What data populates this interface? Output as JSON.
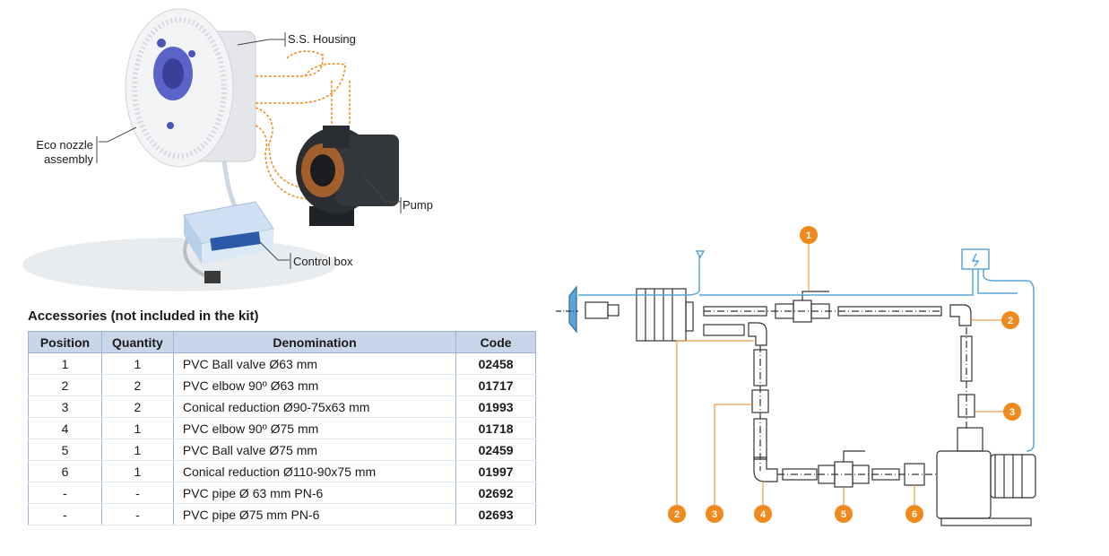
{
  "illustration": {
    "labels": {
      "housing": "S.S. Housing",
      "nozzle": "Eco nozzle\nassembly",
      "pump": "Pump",
      "control_box": "Control box"
    }
  },
  "accessories": {
    "title": "Accessories (not included in the kit)",
    "headers": [
      "Position",
      "Quantity",
      "Denomination",
      "Code"
    ],
    "rows": [
      {
        "position": "1",
        "quantity": "1",
        "denomination": "PVC Ball valve Ø63 mm",
        "code": "02458"
      },
      {
        "position": "2",
        "quantity": "2",
        "denomination": "PVC elbow 90º Ø63 mm",
        "code": "01717"
      },
      {
        "position": "3",
        "quantity": "2",
        "denomination": "Conical reduction Ø90-75x63 mm",
        "code": "01993"
      },
      {
        "position": "4",
        "quantity": "1",
        "denomination": "PVC elbow 90º Ø75 mm",
        "code": "01718"
      },
      {
        "position": "5",
        "quantity": "1",
        "denomination": "PVC Ball valve Ø75 mm",
        "code": "02459"
      },
      {
        "position": "6",
        "quantity": "1",
        "denomination": "Conical reduction Ø110-90x75 mm",
        "code": "01997"
      },
      {
        "position": "-",
        "quantity": "-",
        "denomination": "PVC pipe Ø 63 mm PN-6",
        "code": "02692"
      },
      {
        "position": "-",
        "quantity": "-",
        "denomination": "PVC pipe Ø75 mm PN-6",
        "code": "02693"
      }
    ]
  },
  "diagram": {
    "badges": [
      "1",
      "2",
      "3",
      "2",
      "3",
      "4",
      "5",
      "6"
    ],
    "colors": {
      "badge": "#f08a1c",
      "cable": "#5aa6d8",
      "line": "#333333"
    }
  }
}
